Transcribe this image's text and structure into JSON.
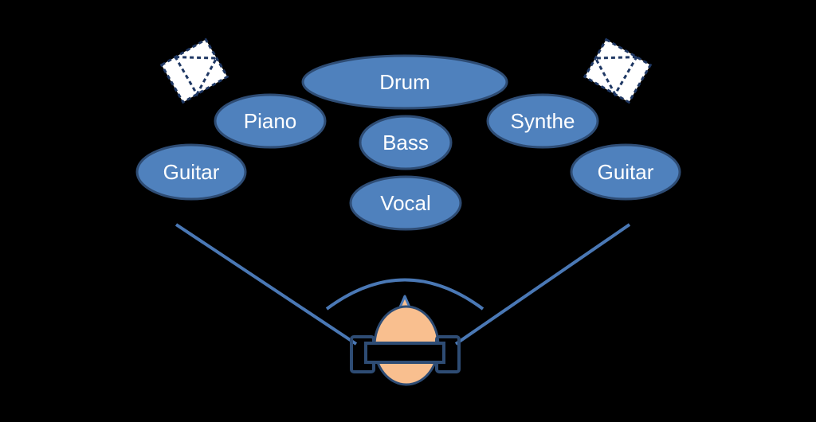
{
  "colors": {
    "background": "#000000",
    "instrument_fill": "#4F81BD",
    "instrument_stroke": "#2E4C74",
    "line": "#4A78B5",
    "face": "#F9BF8F",
    "headset": "#1F3864",
    "speaker": "#FFFFFF"
  },
  "instruments": [
    {
      "id": "drum",
      "label": "Drum"
    },
    {
      "id": "piano",
      "label": "Piano"
    },
    {
      "id": "synthe",
      "label": "Synthe"
    },
    {
      "id": "bass",
      "label": "Bass"
    },
    {
      "id": "guitar-left",
      "label": "Guitar"
    },
    {
      "id": "guitar-right",
      "label": "Guitar"
    },
    {
      "id": "vocal",
      "label": "Vocal"
    }
  ],
  "icons": {
    "left_speaker": "speaker-left-icon",
    "right_speaker": "speaker-right-icon",
    "listener": "listener-headphones-icon"
  }
}
